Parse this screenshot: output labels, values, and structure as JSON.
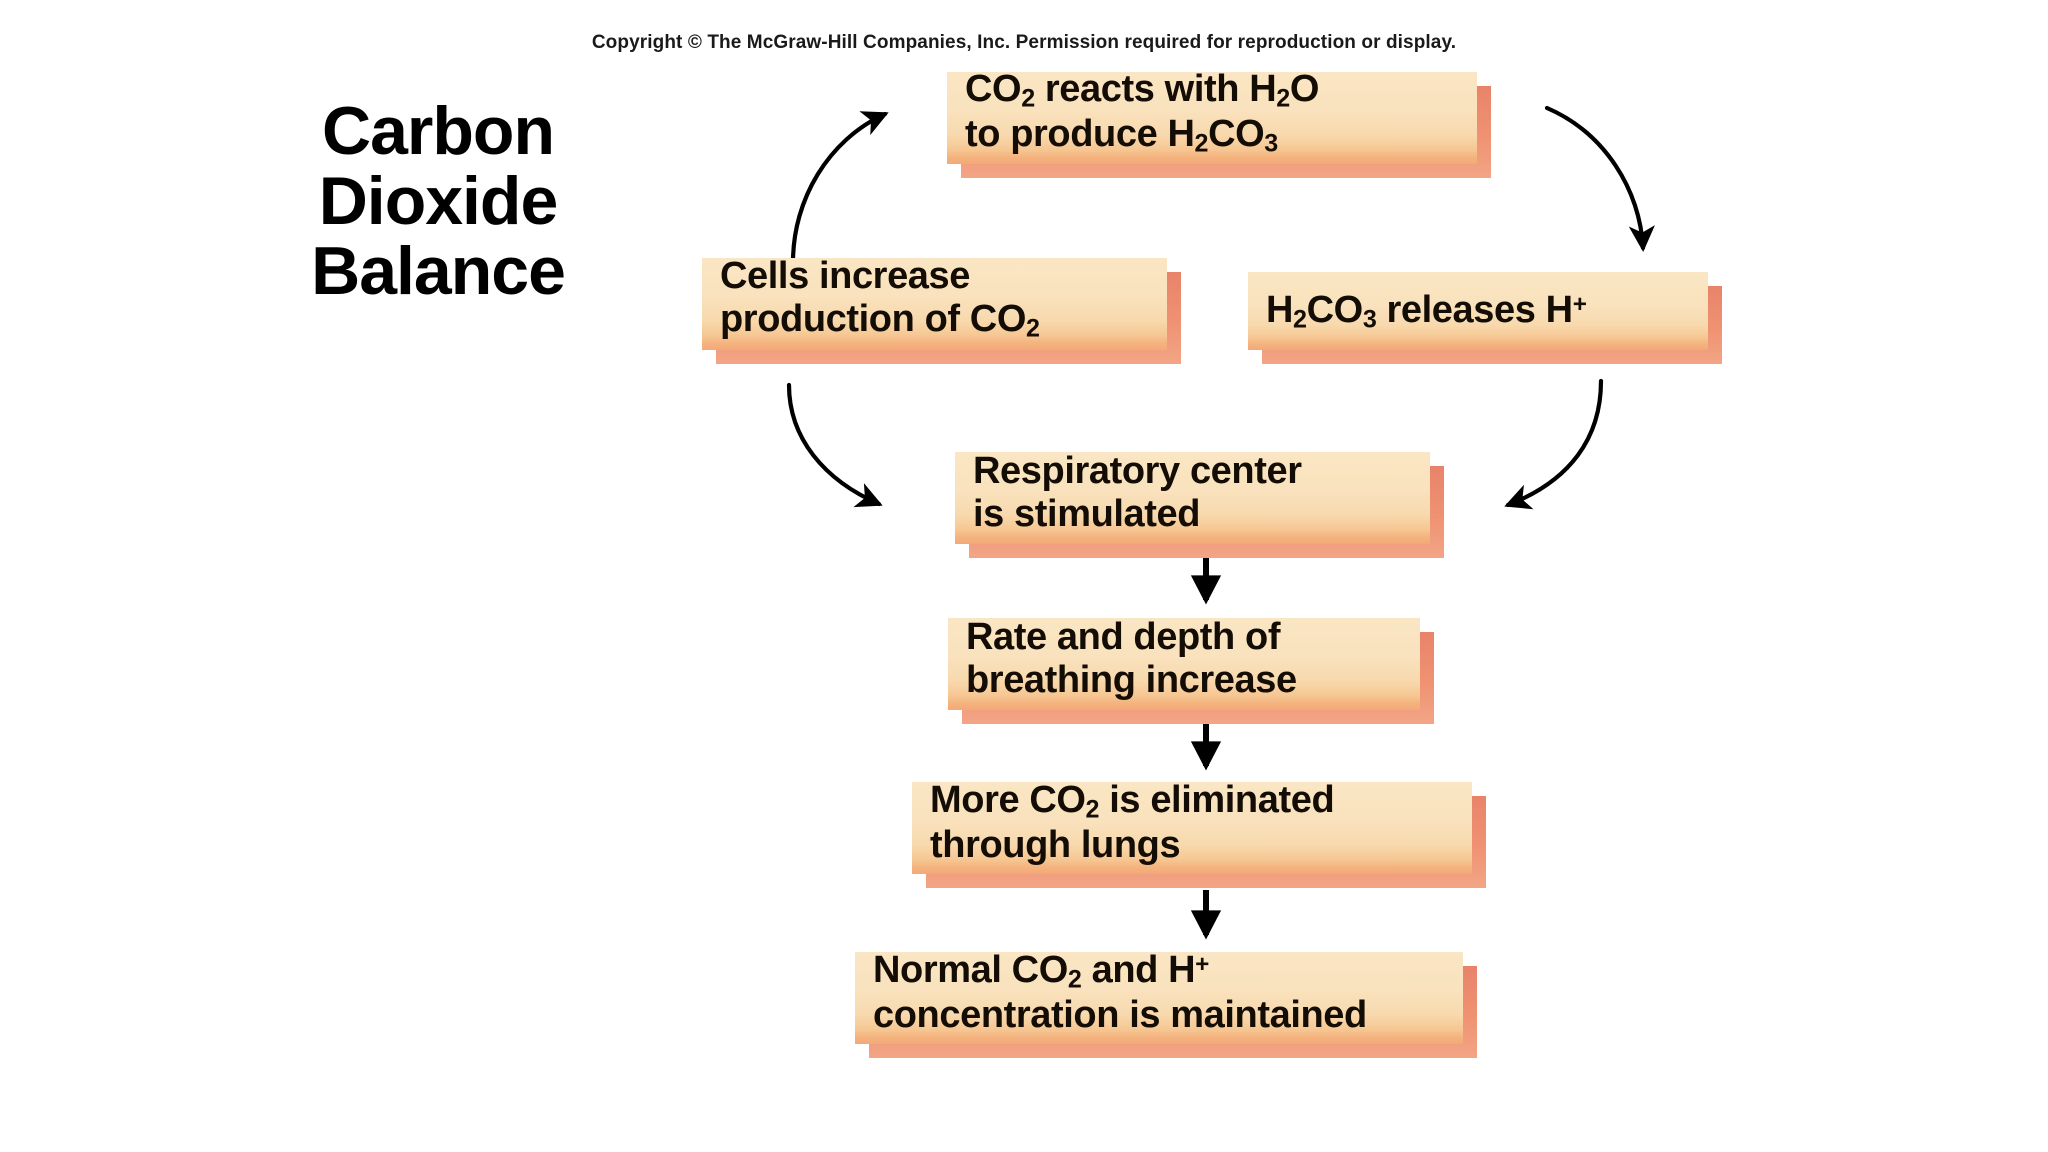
{
  "figure": {
    "copyright": "Copyright © The McGraw-Hill Companies, Inc. Permission required for reproduction or display.",
    "title_lines": [
      "Carbon",
      "Dioxide",
      "Balance"
    ],
    "title_plain": "Carbon Dioxide Balance",
    "background_color": "#ffffff",
    "box_fill_top_color": "#fae6c4",
    "box_fill_bottom_color": "#f3a977",
    "box_shadow_color": "#e8836a",
    "text_color": "#140d06",
    "arrow_color": "#000000"
  },
  "boxes": [
    {
      "id": "co2-reacts",
      "text": "CO2 reacts with H2O to produce H2CO3",
      "line1_pre": "CO",
      "line1_sub": "2",
      "line1_mid": " reacts with H",
      "line1_sub2": "2",
      "line1_post": "O",
      "line2_pre": "to produce H",
      "line2_sub": "2",
      "line2_mid": "CO",
      "line2_sub2": "3"
    },
    {
      "id": "cells-increase",
      "text": "Cells increase production of CO2",
      "line1": "Cells increase",
      "line2_pre": "production of CO",
      "line2_sub": "2"
    },
    {
      "id": "h2co3-releases",
      "text": "H2CO3 releases H+",
      "pre": "H",
      "sub1": "2",
      "mid": "CO",
      "sub2": "3",
      "post": " releases H",
      "sup": "+"
    },
    {
      "id": "respiratory-center",
      "text": "Respiratory center is stimulated",
      "line1": "Respiratory center",
      "line2": "is stimulated"
    },
    {
      "id": "rate-and-depth",
      "text": "Rate and depth of breathing increase",
      "line1": "Rate and depth of",
      "line2": "breathing increase"
    },
    {
      "id": "more-co2-eliminated",
      "text": "More CO2 is eliminated through lungs",
      "line1_pre": "More CO",
      "line1_sub": "2",
      "line1_post": " is eliminated",
      "line2": "through lungs"
    },
    {
      "id": "normal-co2",
      "text": "Normal CO2 and H+ concentration is maintained",
      "line1_pre": "Normal CO",
      "line1_sub": "2",
      "line1_mid": " and H",
      "line1_sup": "+",
      "line2": "concentration is maintained"
    }
  ],
  "flow": {
    "arrows": [
      {
        "id": "arrow-cells-to-reacts",
        "from": "cells-increase",
        "to": "co2-reacts",
        "shape": "curved"
      },
      {
        "id": "arrow-reacts-to-releases",
        "from": "co2-reacts",
        "to": "h2co3-releases",
        "shape": "curved"
      },
      {
        "id": "arrow-cells-to-respiratory",
        "from": "cells-increase",
        "to": "respiratory-center",
        "shape": "curved"
      },
      {
        "id": "arrow-releases-to-respiratory",
        "from": "h2co3-releases",
        "to": "respiratory-center",
        "shape": "curved"
      },
      {
        "id": "arrow-respiratory-to-rate",
        "from": "respiratory-center",
        "to": "rate-and-depth",
        "shape": "straight-down"
      },
      {
        "id": "arrow-rate-to-more",
        "from": "rate-and-depth",
        "to": "more-co2-eliminated",
        "shape": "straight-down"
      },
      {
        "id": "arrow-more-to-normal",
        "from": "more-co2-eliminated",
        "to": "normal-co2",
        "shape": "straight-down"
      }
    ]
  }
}
